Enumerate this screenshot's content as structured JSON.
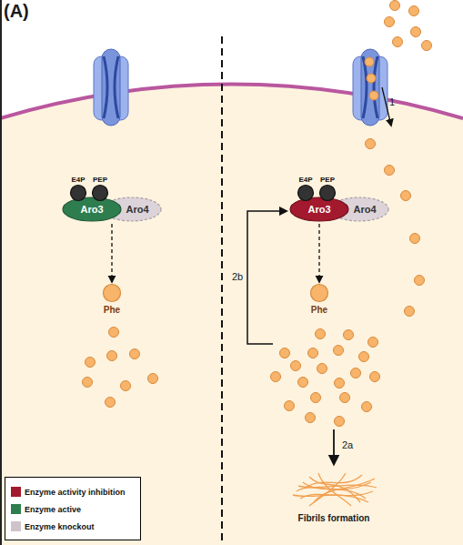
{
  "diagram": {
    "nodes": [
      {
        "text": [
          "E4P"
        ]
      },
      {
        "text": [
          "PEP"
        ]
      },
      {
        "text": [
          "Aro3"
        ]
      },
      {
        "text": [
          "Aro4"
        ]
      },
      {
        "text": [
          "Phe"
        ]
      },
      {
        "text": [
          "E4P"
        ]
      },
      {
        "text": [
          "PEP"
        ]
      },
      {
        "text": [
          "Aro3"
        ]
      },
      {
        "text": [
          "Aro4"
        ]
      },
      {
        "text": [
          "Phe"
        ]
      }
    ],
    "edges": [
      {
        "from": 2,
        "to": 4,
        "arrow": "to"
      },
      {
        "from": 7,
        "to": 9,
        "arrow": "to"
      }
    ],
    "labels": [
      "(A)",
      "1",
      "2b",
      "2a",
      "Fibrils formation"
    ],
    "legend": [
      {
        "text": "Enzyme activity inhibition",
        "color": "#a3192e"
      },
      {
        "text": "Enzyme active",
        "color": "#2e7d4f"
      },
      {
        "text": "Enzyme knockout",
        "color": "#cfc3cb"
      }
    ]
  }
}
